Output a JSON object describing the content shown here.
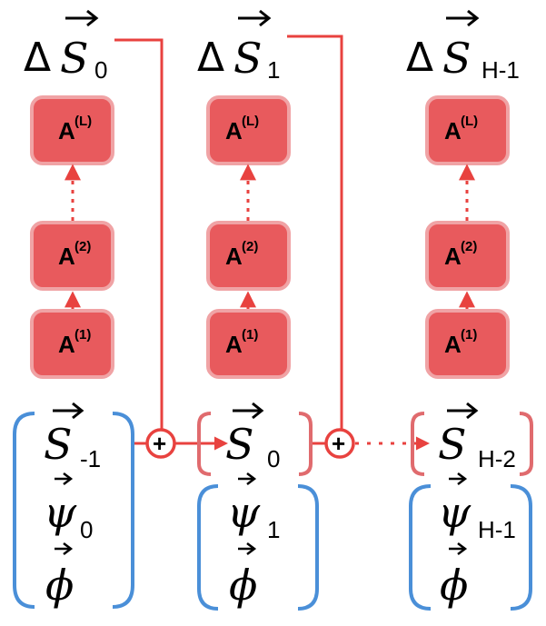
{
  "columns": [
    {
      "delta": {
        "symbol": "Δ",
        "var": "S",
        "sub": "0"
      },
      "blocks": [
        {
          "base": "A",
          "sup": "(L)"
        },
        {
          "base": "A",
          "sup": "(2)"
        },
        {
          "base": "A",
          "sup": "(1)"
        }
      ]
    },
    {
      "delta": {
        "symbol": "Δ",
        "var": "S",
        "sub": "1"
      },
      "blocks": [
        {
          "base": "A",
          "sup": "(L)"
        },
        {
          "base": "A",
          "sup": "(2)"
        },
        {
          "base": "A",
          "sup": "(1)"
        }
      ]
    },
    {
      "delta": {
        "symbol": "Δ",
        "var": "S",
        "sub": "H-1"
      },
      "blocks": [
        {
          "base": "A",
          "sup": "(L)"
        },
        {
          "base": "A",
          "sup": "(2)"
        },
        {
          "base": "A",
          "sup": "(1)"
        }
      ]
    }
  ],
  "inputs": [
    {
      "s": {
        "var": "S",
        "sub": "-1"
      },
      "psi": {
        "var": "ψ",
        "sub": "0"
      },
      "phi": {
        "var": "ϕ"
      }
    },
    {
      "s": {
        "var": "S",
        "sub": "0"
      },
      "psi": {
        "var": "ψ",
        "sub": "1"
      },
      "phi": {
        "var": "ϕ"
      }
    },
    {
      "s": {
        "var": "S",
        "sub": "H-2"
      },
      "psi": {
        "var": "ψ",
        "sub": "H-1"
      },
      "phi": {
        "var": "ϕ"
      }
    }
  ],
  "operators": {
    "add": "+"
  },
  "colors": {
    "block_fill": "#e85a5d",
    "block_border": "#f0a3a5",
    "arrow_red": "#e8423f",
    "state_bracket": "#e06b6e",
    "input_bracket": "#4a8fd8",
    "adder_ring": "#e8423f"
  }
}
